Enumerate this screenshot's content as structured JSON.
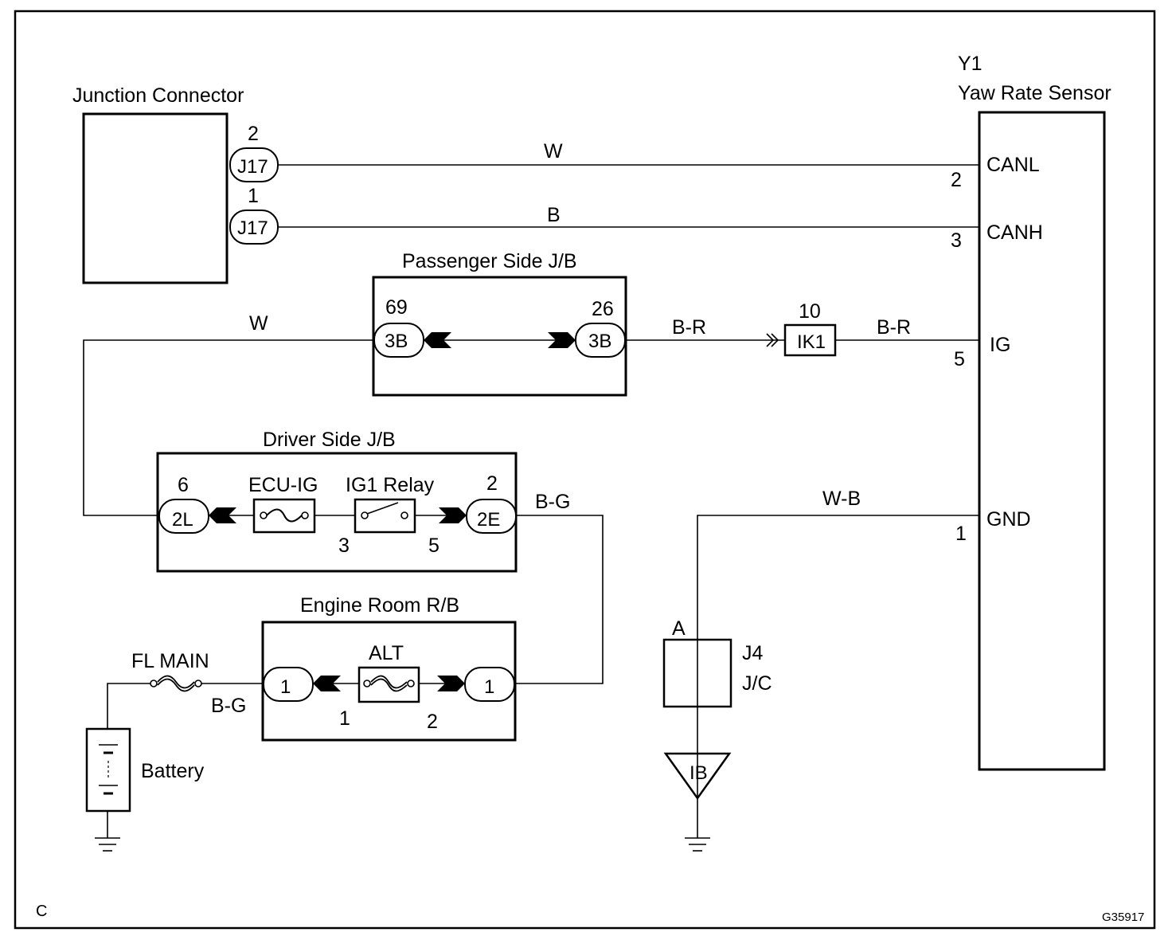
{
  "components": {
    "junction_connector": "Junction Connector",
    "sensor_id": "Y1",
    "sensor_name": "Yaw Rate Sensor",
    "passenger_jb": "Passenger Side J/B",
    "driver_jb": "Driver Side J/B",
    "engine_rb": "Engine Room R/B",
    "battery": "Battery",
    "jc_id": "J4",
    "jc_name": "J/C"
  },
  "sensor_pins": {
    "canl": "CANL",
    "canl_pin": "2",
    "canh": "CANH",
    "canh_pin": "3",
    "ig": "IG",
    "ig_pin": "5",
    "gnd": "GND",
    "gnd_pin": "1"
  },
  "connectors": {
    "j17_top": "J17",
    "j17_top_pin": "2",
    "j17_bot": "J17",
    "j17_bot_pin": "1",
    "pjb_left": "3B",
    "pjb_left_pin": "69",
    "pjb_right": "3B",
    "pjb_right_pin": "26",
    "ik1": "IK1",
    "ik1_pin": "10",
    "djb_left": "2L",
    "djb_left_pin": "6",
    "djb_right": "2E",
    "djb_right_pin": "2",
    "erb_left": "1",
    "erb_right": "1",
    "jc_pin": "A",
    "ground_ib": "IB"
  },
  "parts": {
    "ecu_ig": "ECU-IG",
    "ig1_relay": "IG1 Relay",
    "relay_pin_left": "3",
    "relay_pin_right": "5",
    "alt": "ALT",
    "alt_pin_left": "1",
    "alt_pin_right": "2",
    "fl_main": "FL MAIN"
  },
  "wire_colors": {
    "canl_wire": "W",
    "canh_wire": "B",
    "pjb_in": "W",
    "pjb_out": "B-R",
    "ik1_out": "B-R",
    "djb_out": "B-G",
    "gnd_wire": "W-B",
    "battery_wire": "B-G"
  },
  "footer": {
    "corner_letter": "C",
    "figure_code": "G35917"
  }
}
